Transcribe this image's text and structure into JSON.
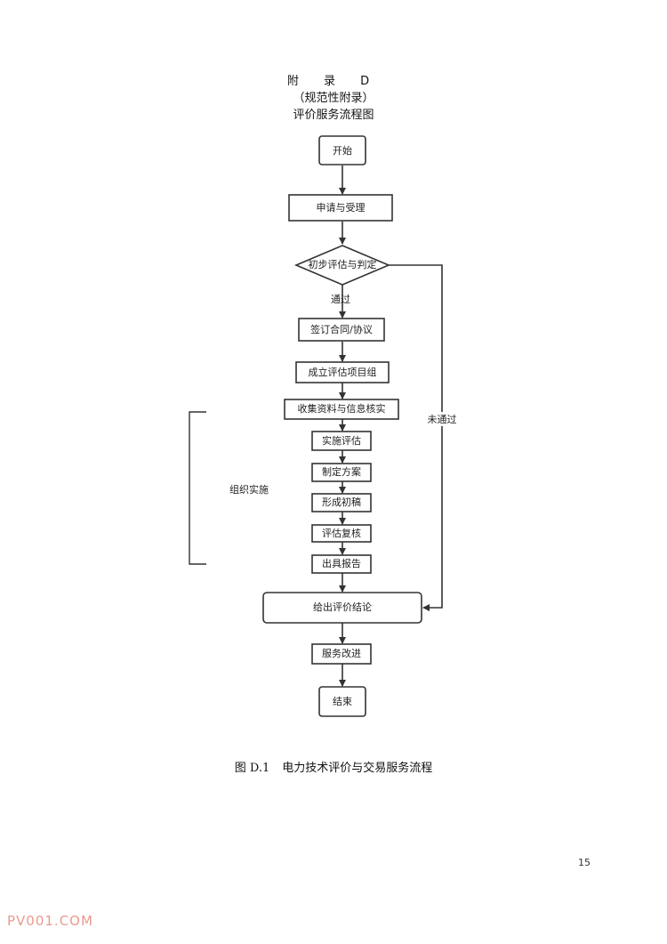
{
  "header": {
    "appendix": "附 录 D",
    "type": "（规范性附录）",
    "title": "评价服务流程图"
  },
  "flow": {
    "start": "开始",
    "apply": "申请与受理",
    "assess": "初步评估与判定",
    "pass": "通过",
    "fail": "未通过",
    "contract": "签订合同/协议",
    "team": "成立评估项目组",
    "collect": "收集资料与信息核实",
    "implement": "实施评估",
    "plan": "制定方案",
    "draft": "形成初稿",
    "review": "评估复核",
    "report": "出具报告",
    "conclusion": "给出评价结论",
    "improve": "服务改进",
    "end": "结束",
    "group": "组织实施"
  },
  "caption": {
    "number": "图 D.1",
    "text": "电力技术评价与交易服务流程"
  },
  "page_number": "15",
  "watermark": "PV001.COM"
}
